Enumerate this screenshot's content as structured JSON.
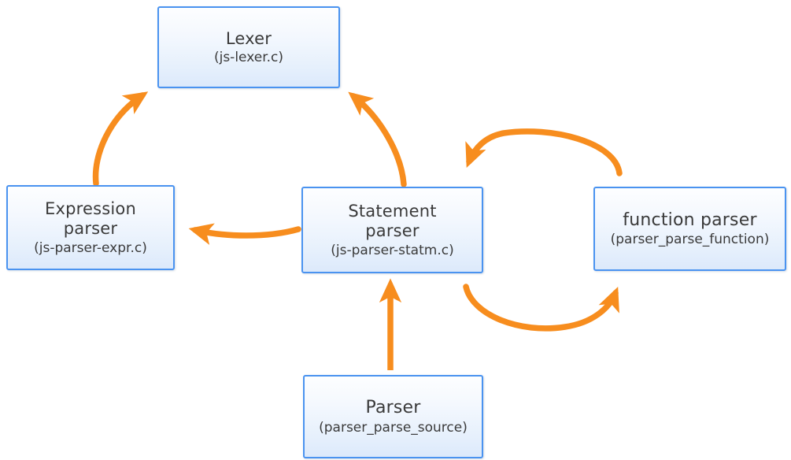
{
  "diagram": {
    "type": "flow-diagram",
    "background_color": "#ffffff",
    "node_border_color": "#4a93f0",
    "node_fill_color": "#eaf2fd",
    "arrow_color": "#f78d1e",
    "text_color": "#3a3a3a",
    "nodes": [
      {
        "id": "lexer",
        "title": "Lexer",
        "subtitle": "(js-lexer.c)"
      },
      {
        "id": "expression-parser",
        "title": "Expression",
        "title2": "parser",
        "subtitle": "(js-parser-expr.c)"
      },
      {
        "id": "statement-parser",
        "title": "Statement",
        "title2": "parser",
        "subtitle": "(js-parser-statm.c)"
      },
      {
        "id": "function-parser",
        "title": "function parser",
        "subtitle": "(parser_parse_function)"
      },
      {
        "id": "parser",
        "title": "Parser",
        "subtitle": "(parser_parse_source)"
      }
    ],
    "edges": [
      {
        "id": "expression-parser-to-lexer",
        "from": "expression-parser",
        "to": "lexer",
        "style": "curved"
      },
      {
        "id": "statement-parser-to-lexer",
        "from": "statement-parser",
        "to": "lexer",
        "style": "curved"
      },
      {
        "id": "statement-parser-to-expression",
        "from": "statement-parser",
        "to": "expression-parser",
        "style": "curved"
      },
      {
        "id": "function-parser-to-statement-parser",
        "from": "function-parser",
        "to": "statement-parser",
        "style": "arc-top"
      },
      {
        "id": "statement-parser-to-function-parser",
        "from": "statement-parser",
        "to": "function-parser",
        "style": "arc-bottom"
      },
      {
        "id": "parser-to-statement-parser",
        "from": "parser",
        "to": "statement-parser",
        "style": "straight"
      }
    ]
  }
}
